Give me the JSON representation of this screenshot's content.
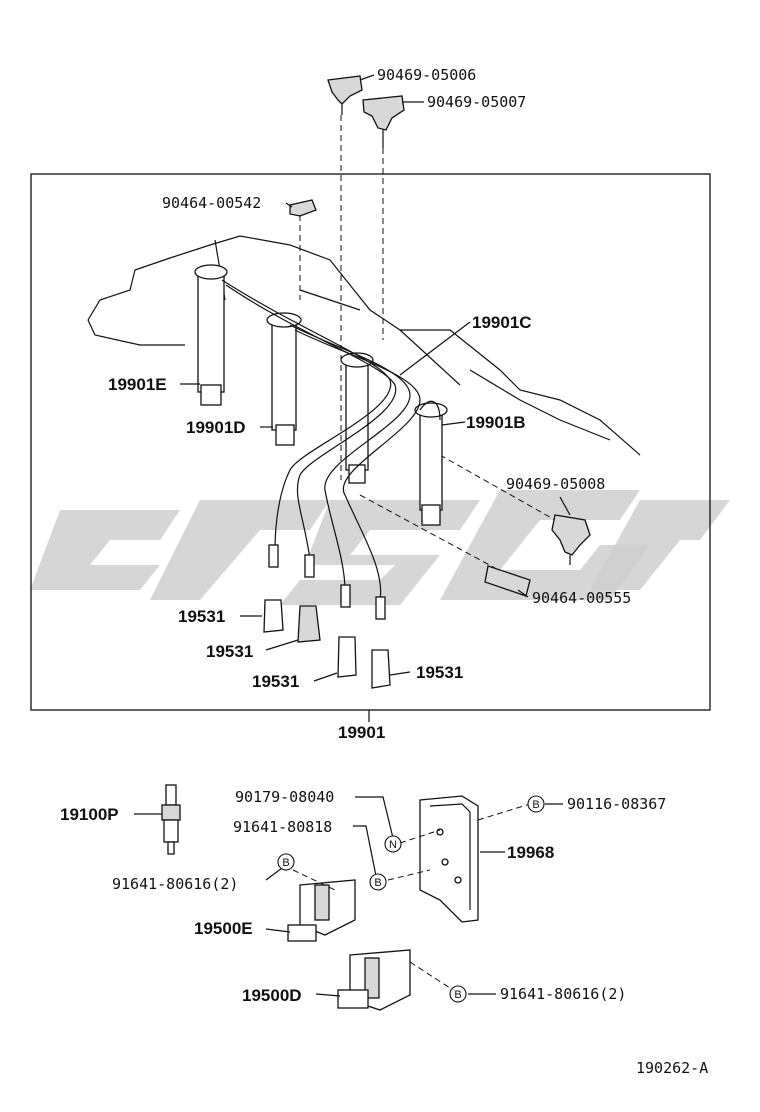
{
  "labels": {
    "p90469_05006": "90469-05006",
    "p90469_05007": "90469-05007",
    "p90464_00542": "90464-00542",
    "p19901C": "19901C",
    "p19901E": "19901E",
    "p19901D": "19901D",
    "p19901B": "19901B",
    "p90469_05008": "90469-05008",
    "p90464_00555": "90464-00555",
    "p19531_a": "19531",
    "p19531_b": "19531",
    "p19531_c": "19531",
    "p19531_d": "19531",
    "p19901": "19901",
    "p19100P": "19100P",
    "p90179_08040": "90179-08040",
    "p91641_80818": "91641-80818",
    "p90116_08367": "90116-08367",
    "p19968": "19968",
    "p91641_80616_a": "91641-80616(2)",
    "p19500E": "19500E",
    "p19500D": "19500D",
    "p91641_80616_b": "91641-80616(2)",
    "diagram_id": "190262-A"
  },
  "markers": {
    "B": "B",
    "N": "N"
  }
}
